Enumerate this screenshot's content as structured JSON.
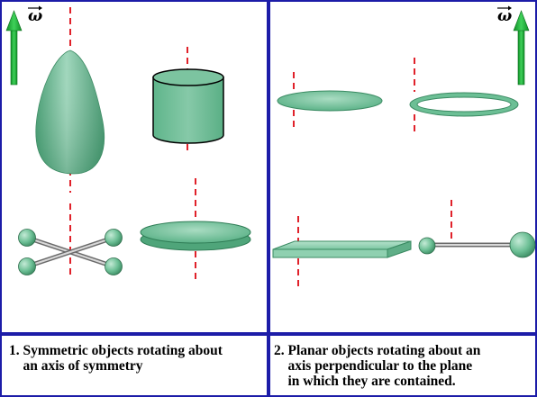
{
  "panels": [
    {
      "omega_symbol": "ω",
      "caption_lines": [
        "1. Symmetric objects rotating about",
        "    an axis of symmetry"
      ]
    },
    {
      "omega_symbol": "ω",
      "caption_lines": [
        "2. Planar objects rotating about an",
        "    axis perpendicular to the plane",
        "    in which they are contained."
      ]
    }
  ],
  "colors": {
    "border": "#1c1ca8",
    "object_fill": "#6dc29a",
    "object_dark": "#3d9468",
    "axis": "#e0212a",
    "arrow": "#1cb03a"
  }
}
